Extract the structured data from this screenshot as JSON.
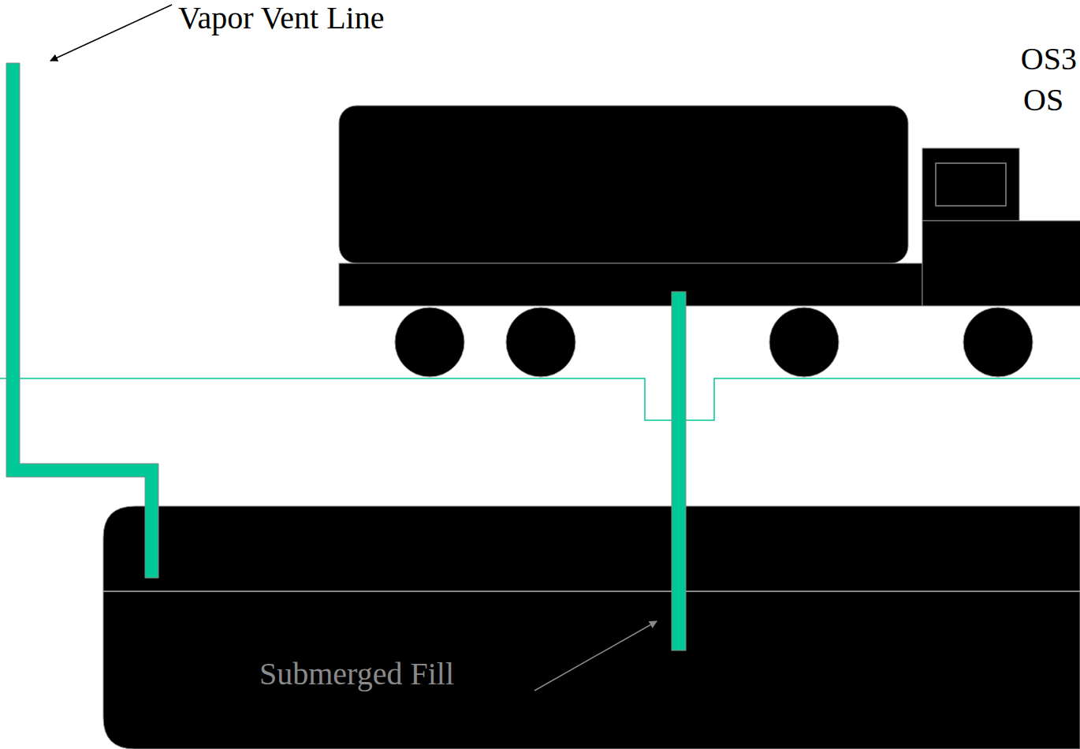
{
  "diagram": {
    "nodes": [
      {
        "text": [
          "Submerged Fill"
        ]
      }
    ],
    "labels": [
      "Vapor Vent Line",
      "OS3",
      "OS"
    ]
  }
}
